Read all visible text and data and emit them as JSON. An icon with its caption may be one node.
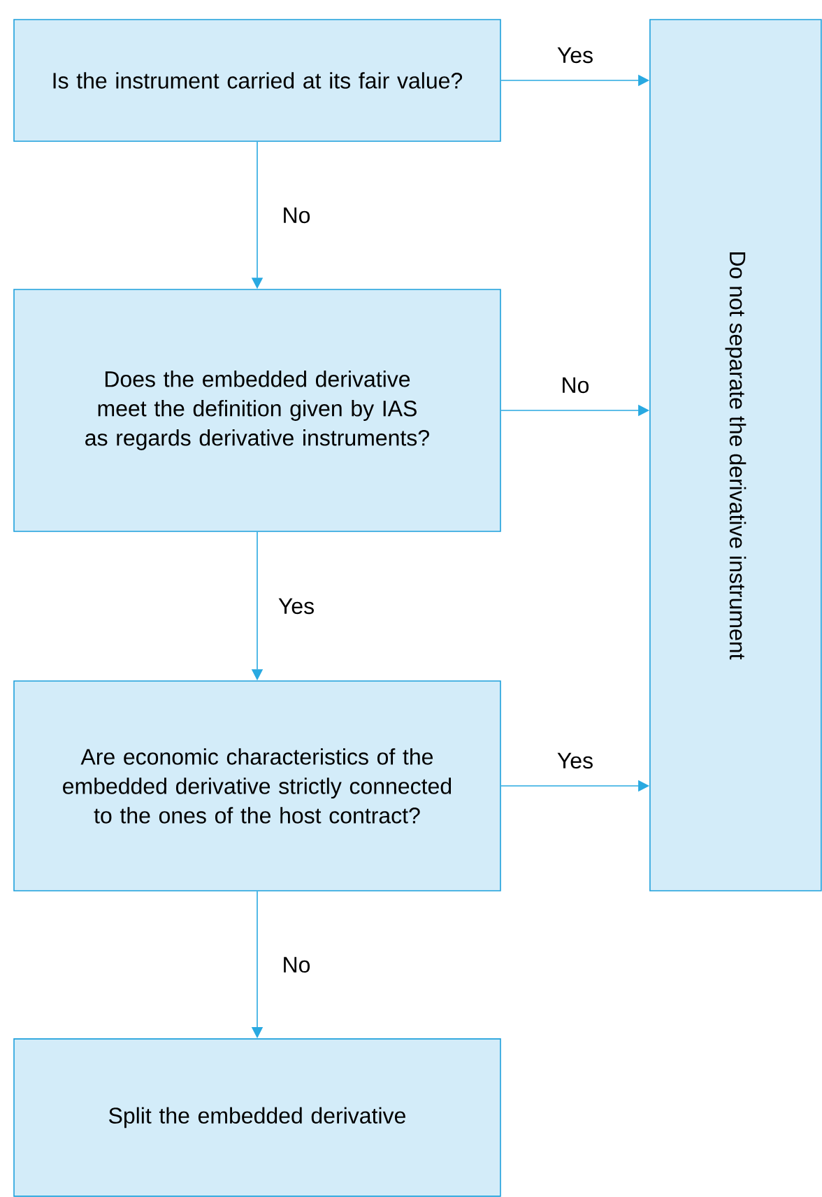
{
  "diagram": {
    "nodes": [
      {
        "text": [
          "Is the instrument carried at its fair value?"
        ]
      },
      {
        "text": [
          "Does the embedded derivative meet the definition given by IAS as regards derivative instruments?"
        ]
      },
      {
        "text": [
          "Are economic characteristics of the embedded derivative strictly connected to the ones of the host contract?"
        ]
      },
      {
        "text": [
          "Split the embedded derivative"
        ]
      },
      {
        "text": [
          "Do not separate the derivative instrument"
        ]
      }
    ],
    "edges": [
      {
        "from": 0,
        "to": 4,
        "arrow": "to",
        "label": "Yes"
      },
      {
        "from": 0,
        "to": 1,
        "arrow": "to",
        "label": "No"
      },
      {
        "from": 1,
        "to": 4,
        "arrow": "to",
        "label": "No"
      },
      {
        "from": 1,
        "to": 2,
        "arrow": "to",
        "label": "Yes"
      },
      {
        "from": 2,
        "to": 4,
        "arrow": "to",
        "label": "Yes"
      },
      {
        "from": 2,
        "to": 3,
        "arrow": "to",
        "label": "No"
      }
    ]
  }
}
